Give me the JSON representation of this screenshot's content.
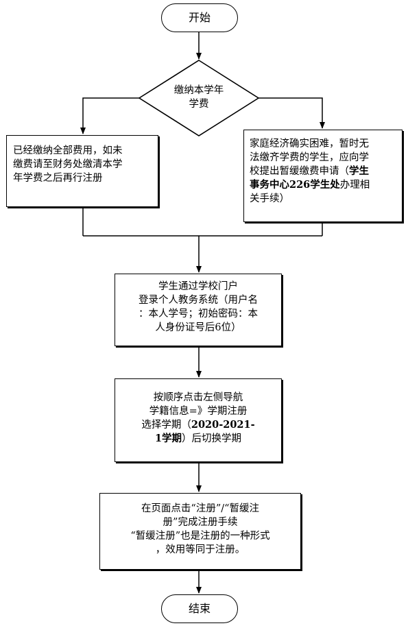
{
  "start": "开始",
  "decision": {
    "line1": "缴纳本学年",
    "line2": "学费"
  },
  "left_box": {
    "line1": "已经缴纳全部费用，如未",
    "line2": "缴费请至财务处缴清本学",
    "line3": "年学费之后再行注册"
  },
  "right_box": {
    "line1": "家庭经济确实困难，暂时无",
    "line2": "法缴齐学费的学生，应向学",
    "line3": "校提出暂缓缴费申请（",
    "line3_bold": "学生",
    "line4_bold": "事务中心226学生处",
    "line4": "办理相",
    "line5": "关手续）"
  },
  "login_box": {
    "line1": "学生通过学校门户",
    "line2": "登录个人教务系统（用户名",
    "line3": "：本人学号；初始密码：本",
    "line4": "人身份证号后6位）"
  },
  "nav_box": {
    "line1": "按顺序点击左侧导航",
    "line2": "学籍信息=》学期注册",
    "line3": "选择学期（",
    "line3_bold": "2020-2021-",
    "line4_bold": "1学期",
    "line4": "）后切换学期"
  },
  "register_box": {
    "line1": "在页面点击“注册”/“暂缓注",
    "line2": "册”完成注册手续",
    "line3": "“暂缓注册”也是注册的一种形式",
    "line4": "，效用等同于注册。"
  },
  "end": "结束"
}
